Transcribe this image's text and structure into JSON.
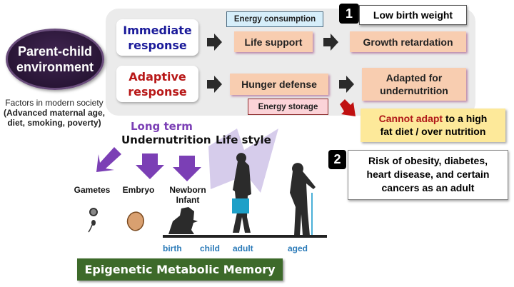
{
  "ellipse": {
    "line1": "Parent-child",
    "line2": "environment"
  },
  "factors": {
    "line1": "Factors in modern society",
    "line2": "(Advanced maternal age,",
    "line3": "diet, smoking, poverty)"
  },
  "immediate": {
    "line1": "Immediate",
    "line2": "response"
  },
  "adaptive": {
    "line1": "Adaptive",
    "line2": "response"
  },
  "energy_consumption": "Energy consumption",
  "energy_storage": "Energy storage",
  "life_support": "Life support",
  "growth_retardation": "Growth retardation",
  "hunger_defense": "Hunger defense",
  "adapted": {
    "line1": "Adapted for",
    "line2": "undernutrition"
  },
  "badge1": "1",
  "low_birth_weight": "Low birth weight",
  "cannot": {
    "red": "Cannot adapt",
    "rest1": " to a high",
    "line2": "fat diet / over nutrition"
  },
  "badge2": "2",
  "risk": {
    "line1": "Risk of obesity, diabetes,",
    "line2": "heart disease, and certain",
    "line3": "cancers as an adult"
  },
  "long_term": "Long term",
  "undernutrition": "Undernutrition",
  "life_style": "Life style",
  "stages": {
    "gametes": "Gametes",
    "embryo": "Embryo",
    "newborn1": "Newborn",
    "newborn2": "Infant"
  },
  "timeline": {
    "birth": "birth",
    "child": "child",
    "adult": "adult",
    "aged": "aged"
  },
  "banner": "Epigenetic Metabolic Memory",
  "colors": {
    "purple": "#7b3fb5",
    "peach": "#f8cdb0",
    "green": "#3d6a2a",
    "blue": "#2a7ab8",
    "red": "#b01818"
  }
}
